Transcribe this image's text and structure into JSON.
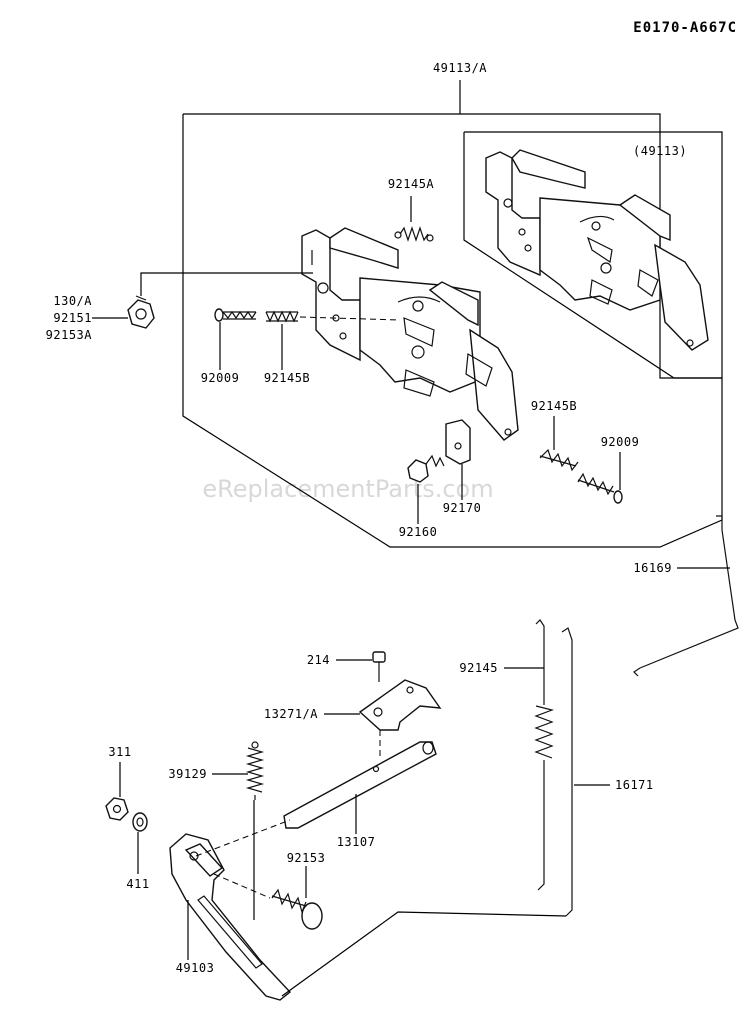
{
  "diagram_code": "E0170-A667C",
  "watermark": "eReplacementParts.com",
  "part_labels": {
    "assembly": "49113/A",
    "inset": "(49113)",
    "p92145A": "92145A",
    "p130A": "130/A",
    "p92151": "92151",
    "p92153A": "92153A",
    "p92009_left": "92009",
    "p92145B_left": "92145B",
    "p92145B_right": "92145B",
    "p92009_right": "92009",
    "p92160": "92160",
    "p92170": "92170",
    "p16169": "16169",
    "p214": "214",
    "p92145": "92145",
    "p13271A": "13271/A",
    "p311": "311",
    "p39129": "39129",
    "p16171": "16171",
    "p13107": "13107",
    "p92153": "92153",
    "p411": "411",
    "p49103": "49103"
  }
}
